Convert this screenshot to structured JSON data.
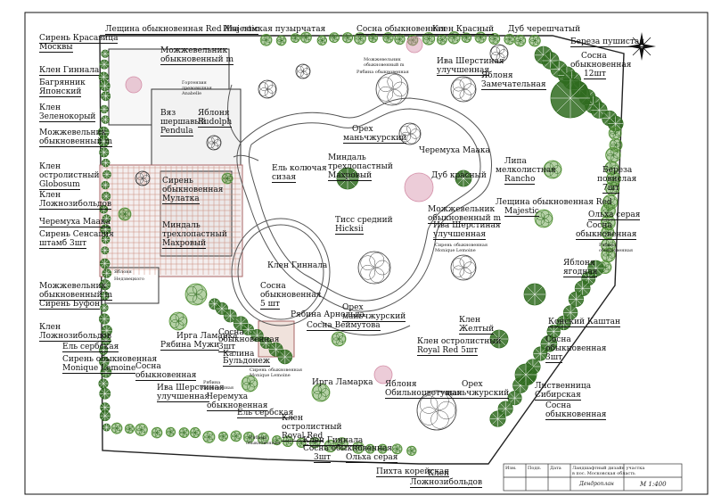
{
  "labels": {
    "syren_krasavitsa": "Сирень Красавица",
    "moskvy": "Москвы",
    "leshchina_red_majestic_top": "Лещина обыкновенная Red Majestic",
    "iva_lomkaya": "Ива ломкая пузырчатая",
    "sosna_obyk_top": "Сосна обыкновенная",
    "klen_krasny": "Клен Красный",
    "dub_chereshchaty": "Дуб черешчатый",
    "bereza_pushistaya": "Береза пушистая",
    "sosna_12sht_a": "Сосна",
    "sosna_12sht_b": "обыкновенная",
    "sosna_12sht_c": "12шт",
    "mozhzh_top_a": "Можжевельник",
    "mozhzh_top_b": "обыкновенный m",
    "klen_ginnala_left": "Клен Гиннала",
    "bagryannik_a": "Багрянник",
    "bagryannik_b": "Японский",
    "klen_zelenokory_a": "Клен",
    "klen_zelenokory_b": "Зеленокорый",
    "mozhzh_left_a": "Можжевельник",
    "mozhzh_left_b": "обыкновенный m",
    "vyaz_a": "Вяз",
    "vyaz_b": "шершавый",
    "vyaz_c": "Pendula",
    "yablonya_rudolph_a": "Яблоня",
    "yablonya_rudolph_b": "Rudolph",
    "gortenziya_a": "Гортензия",
    "gortenziya_b": "древовидная",
    "gortenziya_c": "Anabelle",
    "mozhzh_small_a": "Можжевельник",
    "mozhzh_small_b": "обыкновенный m",
    "ryabina_small": "Рябина обыкновенная",
    "iva_sherstistaya_top_a": "Ива Шерстиная",
    "iva_sherstistaya_top_b": "улучшенная",
    "yablonya_zamech_a": "Яблоня",
    "yablonya_zamech_b": "Замечательная",
    "orekh_top_a": "Орех",
    "orekh_top_b": "маньчжурский",
    "cheremukha_maaka_top": "Черемуха Маака",
    "klen_ostrolist_left_a": "Клен",
    "klen_ostrolist_left_b": "остролистный",
    "klen_ostrolist_left_c": "Globosum",
    "el_kolyuchaya_a": "Ель колючая",
    "el_kolyuchaya_b": "сизая",
    "mindal_top_a": "Миндаль",
    "mindal_top_b": "трехлопастный",
    "mindal_top_c": "Махровый",
    "dub_krasny": "Дуб красный",
    "lipa_a": "Липа",
    "lipa_b": "мелколистная",
    "lipa_c": "Rancho",
    "bereza_povislaya_a": "Береза",
    "bereza_povislaya_b": "повислая",
    "bereza_povislaya_c": "7шт",
    "klen_lozhnozib_left_a": "Клен",
    "klen_lozhnozib_left_b": "Ложнозибольдов",
    "siren_muzhi_a": "Сирень",
    "siren_muzhi_b": "обыкновенная",
    "siren_muzhi_c": "Мулатка",
    "leshchina_red_right_a": "Лещина обыкновенная Red",
    "leshchina_red_right_b": "Majestic",
    "olkha_seraya_right": "Ольха серая",
    "cheremukha_maaka_left": "Черемуха Маака",
    "siren_sensatsiya_a": "Сирень Сенсация",
    "siren_sensatsiya_b": "штамб 3шт",
    "mindal_left_a": "Миндаль",
    "mindal_left_b": "трехлопастный",
    "mindal_left_c": "Махровый",
    "tiss_a": "Тисс средний",
    "tiss_b": "Hicksii",
    "mozhzh_center_a": "Можжевельник",
    "mozhzh_center_b": "обыкновенный m",
    "iva_sher_center_a": "Ива Шерстиная",
    "iva_sher_center_b": "улучшенная",
    "siren_lemoine_small_a": "Сирень обыкновенная",
    "siren_lemoine_small_b": "Monique Lemoine",
    "sosna_right_a": "Сосна",
    "sosna_right_b": "обыкновенная",
    "ryabina_right_a": "Рябина",
    "ryabina_right_b": "обыкновенная",
    "klen_ginnala_center": "Клен Гиннала",
    "yablonya_nedz_a": "Яблоня",
    "yablonya_nedz_b": "Недзвецкого",
    "mozhzh_leftlow_a": "Можжевельник",
    "mozhzh_leftlow_b": "обыкновенный m",
    "siren_bufon": "Сирень Буфон",
    "sosna_5sht_a": "Сосна",
    "sosna_5sht_b": "обыкновенная",
    "sosna_5sht_c": "5 шт",
    "yablonya_yagodnaya_a": "Яблоня",
    "yablonya_yagodnaya_b": "ягодная",
    "orekh_center_a": "Орех",
    "orekh_center_b": "маньчжурский",
    "ryabina_arnoldа": "Рябина Арнольда",
    "sosna_veimutova": "Сосна Веймутова",
    "klen_zhelty_a": "Клен",
    "klen_zhelty_b": "Желтый",
    "konsky_kashtan": "Конский Каштан",
    "klen_lozhnozib_low_a": "Клен",
    "klen_lozhnozib_low_b": "Ложнозибольдов",
    "irga_lamarka_top": "Ирга Ламарка",
    "ryabina_muzhi": "Рябина Мужи",
    "sosna_3sht_small_a": "Сосна",
    "sosna_3sht_small_b": "обыкновенная",
    "sosna_3sht_small_c": "3шт",
    "kalina_a": "Калина",
    "kalina_b": "Бульдонеж",
    "el_serbskaya_left": "Ель сербская",
    "klen_ostrolist_royal_a": "Клен остролистный",
    "klen_ostrolist_royal_b": "Royal Red 5шт",
    "sosna_3sht_right_a": "Сосна",
    "sosna_3sht_right_b": "обыкновенная",
    "sosna_3sht_right_c": "3шт",
    "siren_lemoine_left_a": "Сирень обыкновенная",
    "siren_lemoine_left_b": "Monique Lemoine",
    "sosna_obyk_low_a": "Сосна",
    "sosna_obyk_low_b": "обыкновенная",
    "siren_lemoine_mid_a": "Сирень обыкновенная",
    "siren_lemoine_mid_b": "Monique Lemoine",
    "ryabina_low_a": "Рябина",
    "ryabina_low_b": "обыкновенная",
    "irga_lamarka_low": "Ирга Ламарка",
    "yablonya_obil_a": "Яблоня",
    "yablonya_obil_b": "Обильноцветущая",
    "orekh_low_a": "Орех",
    "orekh_low_b": "маньчжурский",
    "listvennitsa_a": "Лиственница",
    "listvennitsa_b": "Сибирская",
    "iva_sher_low_a": "Ива Шерстиная",
    "iva_sher_low_b": "улучшенная",
    "cheremukha_low_a": "Черемуха",
    "cheremukha_low_b": "обыкновенная",
    "el_serbskaya_low": "Ель сербская",
    "klen_ostrolist_low_a": "Клен",
    "klen_ostrolist_low_b": "остролистный",
    "klen_ostrolist_low_c": "Royal Red",
    "ryabina_bottom_a": "Рябина",
    "ryabina_bottom_b": "обыкновенная",
    "klen_ginnala_bottom": "Клен Гиннала",
    "sosna_bottom_a": "Сосна обыкновенная",
    "sosna_bottom_b": "3шт",
    "olkha_seraya_bottom": "Ольха серая",
    "sosna_right_low_a": "Сосна",
    "sosna_right_low_b": "обыкновенная",
    "pikhta": "Пихта корейская",
    "klen_lozhnozib_bottom_a": "Клен",
    "klen_lozhnozib_bottom_b": "Ложнозибольдов"
  },
  "title_block": {
    "scale": "М 1:400",
    "sheet_name": "Дендроплан",
    "project_line_1": "Ландшафтный дизайн участка",
    "project_line_2": "в пос. Московская область",
    "row_label_1": "Изм.",
    "row_label_2": "Подп.",
    "row_label_3": "Дата"
  },
  "colors": {
    "tree_dark": "#2f6b1f",
    "tree_mid": "#5a9a3a",
    "tree_light": "#8cc66a",
    "flower_pink": "#d48fa8",
    "path_line": "#555555",
    "paving": "#c98a7a"
  },
  "icons": {
    "compass": "north-arrow-icon"
  }
}
